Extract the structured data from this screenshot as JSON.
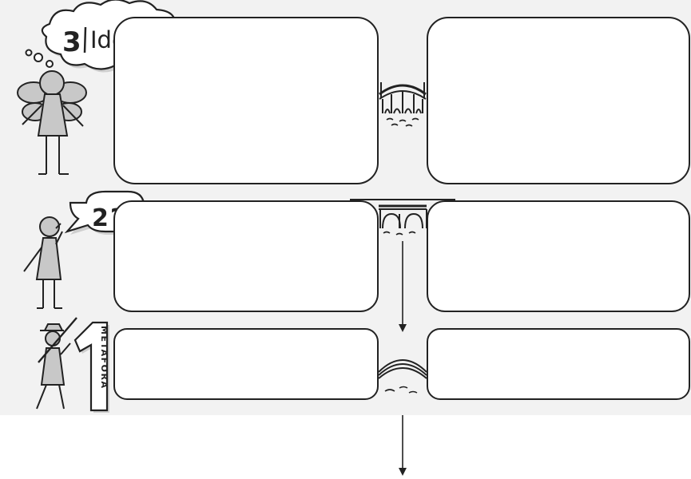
{
  "level3": {
    "number": "3",
    "word": "Ideas"
  },
  "level2": {
    "number": "2",
    "mark": "?"
  },
  "level1": {
    "number": "1",
    "vertical_word": "METAFORA"
  },
  "colors": {
    "ink": "#222222",
    "paper": "#ffffff",
    "shade": "#d4d4d4",
    "panel": "#f2f2f2"
  }
}
